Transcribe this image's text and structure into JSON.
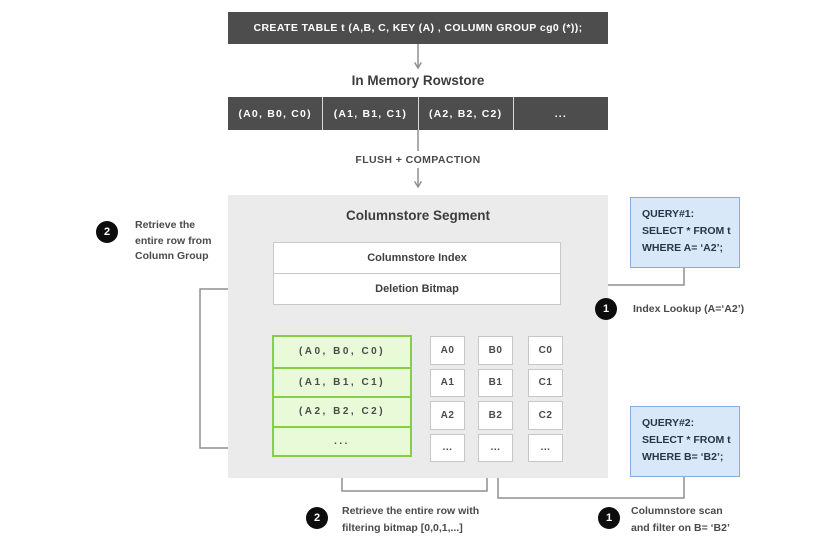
{
  "colors": {
    "dark_bar": "#4d4d4d",
    "segment_bg": "#ebebeb",
    "green_fill": "#e8fad8",
    "green_border": "#86cf45",
    "blue_fill": "#d9e8f8",
    "blue_border": "#85aede",
    "connector_line": "#8f8f8f",
    "circle_bg": "#0d0d0d"
  },
  "create_table": {
    "sql": "CREATE TABLE  t (A,B, C, KEY (A) , COLUMN GROUP cg0 (*));"
  },
  "rowstore": {
    "title": "In Memory Rowstore",
    "cells": [
      "(A0, B0, C0)",
      "(A1, B1, C1)",
      "(A2, B2, C2)",
      "..."
    ]
  },
  "flush_label": "FLUSH + COMPACTION",
  "segment": {
    "title": "Columnstore Segment",
    "index_bar": "Columnstore Index",
    "bitmap_bar": "Deletion Bitmap",
    "column_group": [
      "(A0, B0, C0)",
      "(A1, B1, C1)",
      "(A2, B2, C2)",
      "..."
    ],
    "col_a": [
      "A0",
      "A1",
      "A2",
      "..."
    ],
    "col_b": [
      "B0",
      "B1",
      "B2",
      "..."
    ],
    "col_c": [
      "C0",
      "C1",
      "C2",
      "..."
    ]
  },
  "query1": {
    "lines": [
      "QUERY#1:",
      "SELECT * FROM t",
      "WHERE A= ‘A2’;"
    ]
  },
  "query2": {
    "lines": [
      "QUERY#2:",
      "SELECT * FROM t",
      "WHERE B= ‘B2’;"
    ]
  },
  "annotations": {
    "left_retrieve": {
      "num": "2",
      "lines": [
        "Retrieve the",
        "entire row from",
        "Column Group"
      ]
    },
    "index_lookup": {
      "num": "1",
      "line": "Index Lookup (A=‘A2’)"
    },
    "bottom_retrieve": {
      "num": "2",
      "lines": [
        "Retrieve the entire row with",
        "filtering bitmap [0,0,1,...]"
      ]
    },
    "bottom_scan": {
      "num": "1",
      "lines": [
        "Columnstore scan",
        "and filter on B= ‘B2’"
      ]
    }
  }
}
